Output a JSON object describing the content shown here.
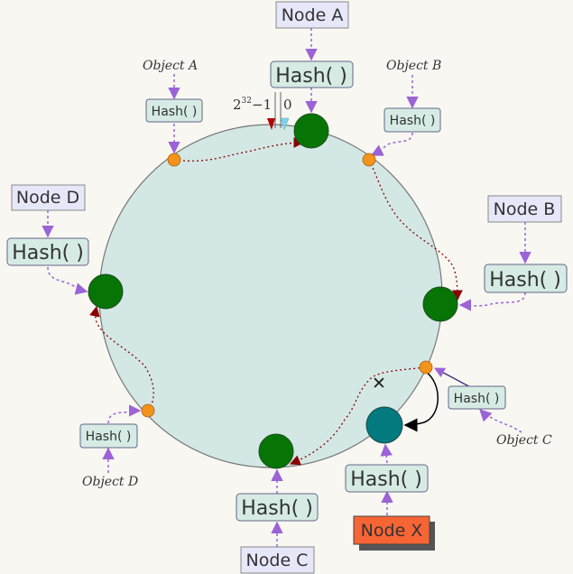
{
  "title": "",
  "colors": {
    "background": "#f8f7f2",
    "ring_fill": "#d3e8e5",
    "ring_stroke": "#777777",
    "node_green": "#067506",
    "node_x": "#037a7e",
    "object_dot": "#f2941c",
    "hash_box_fill": "#d5ebe4",
    "node_label_fill": "#e7e7fa",
    "node_x_fill": "#f86535",
    "arrow_purple": "#9b63d6",
    "arrow_darkred": "#8b0000"
  },
  "nodes": {
    "a": {
      "label": "Node A",
      "hash": "Hash( )"
    },
    "b": {
      "label": "Node B",
      "hash": "Hash( )"
    },
    "c": {
      "label": "Node C",
      "hash": "Hash( )"
    },
    "d": {
      "label": "Node D",
      "hash": "Hash( )"
    },
    "x": {
      "label": "Node X",
      "hash": "Hash( )"
    }
  },
  "objects": {
    "a": {
      "label": "Object A",
      "hash": "Hash( )"
    },
    "b": {
      "label": "Object B",
      "hash": "Hash( )"
    },
    "c": {
      "label": "Object C",
      "hash": "Hash( )"
    },
    "d": {
      "label": "Object D",
      "hash": "Hash( )"
    }
  },
  "ring_range": {
    "max_base": "2",
    "max_exp": "32",
    "max_suffix": "−1",
    "zero": "0"
  },
  "removed_mark": "✕"
}
